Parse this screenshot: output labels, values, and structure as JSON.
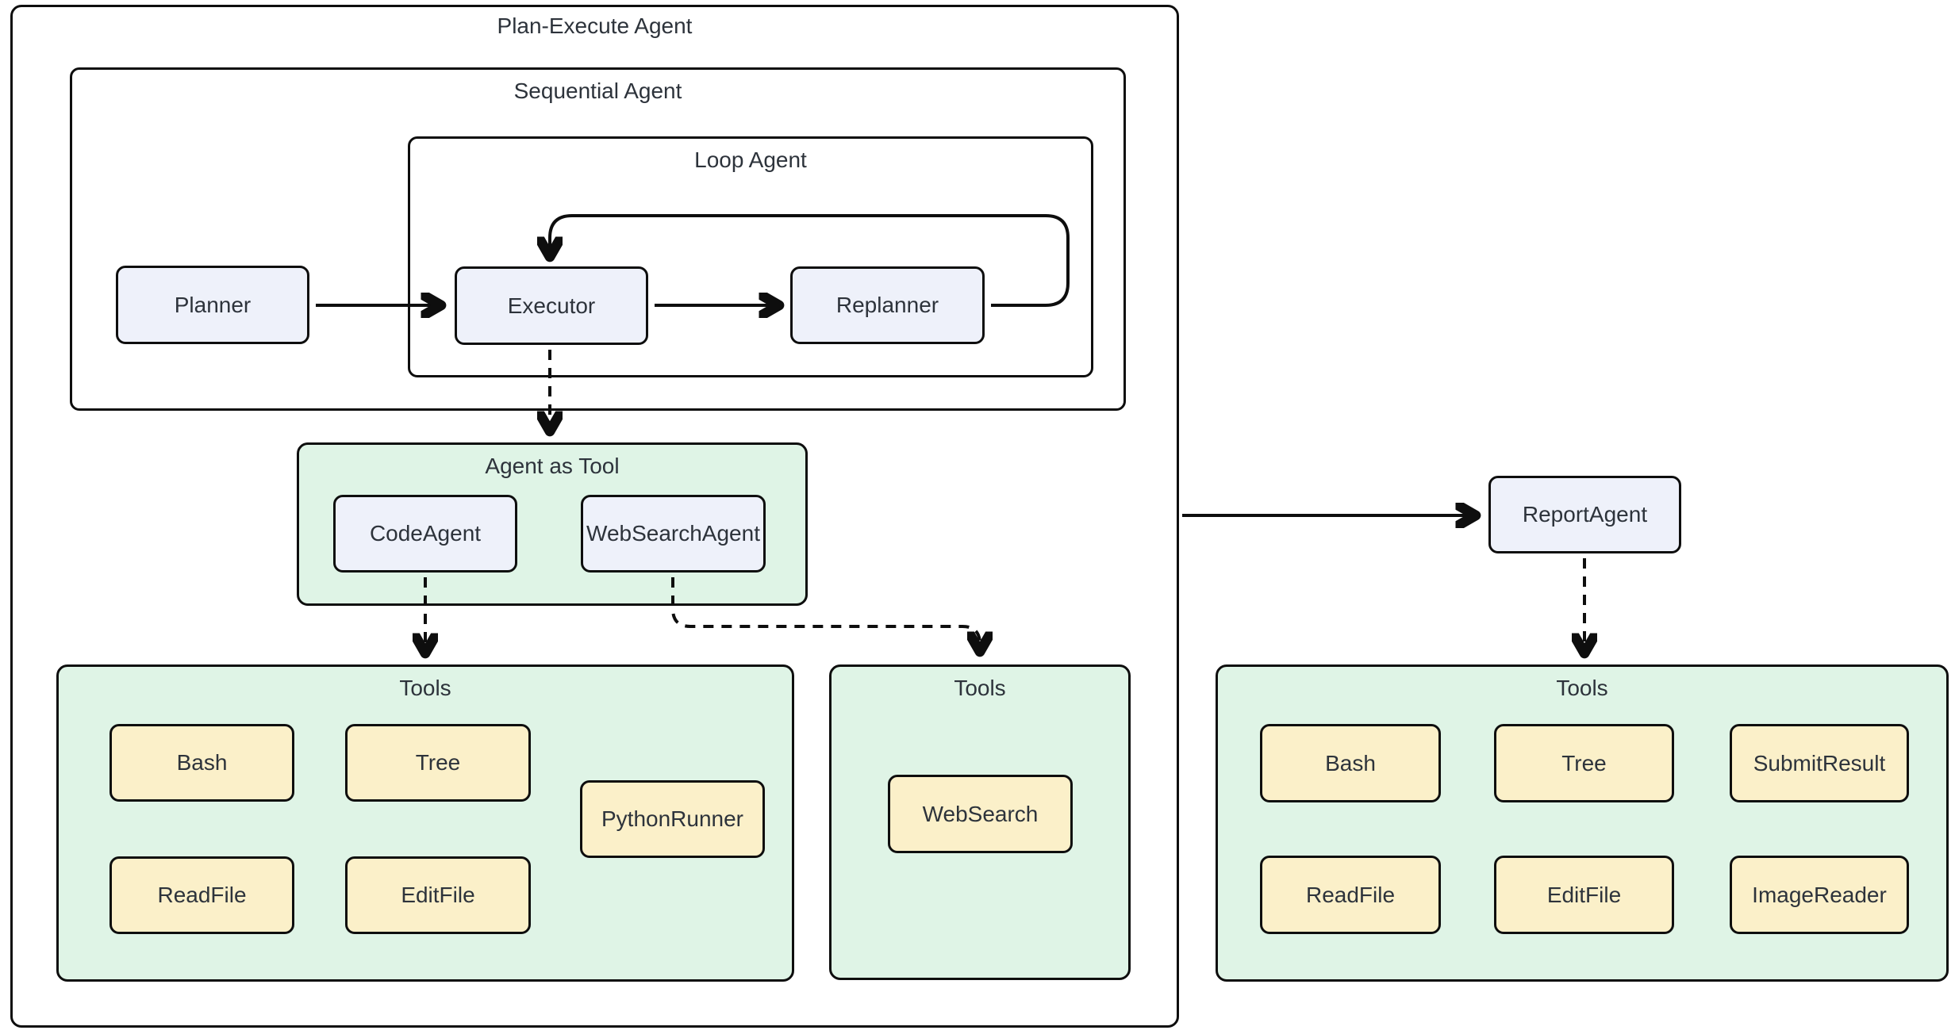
{
  "diagram": {
    "plan_execute": {
      "title": "Plan-Execute Agent"
    },
    "sequential": {
      "title": "Sequential Agent"
    },
    "loop": {
      "title": "Loop Agent"
    },
    "nodes": {
      "planner": "Planner",
      "executor": "Executor",
      "replanner": "Replanner",
      "code_agent": "CodeAgent",
      "web_search_agent": "WebSearchAgent",
      "report_agent": "ReportAgent"
    },
    "agent_as_tool": {
      "title": "Agent as Tool"
    },
    "tools_left": {
      "title": "Tools",
      "items": [
        {
          "label": "Bash"
        },
        {
          "label": "Tree"
        },
        {
          "label": "PythonRunner"
        },
        {
          "label": "ReadFile"
        },
        {
          "label": "EditFile"
        }
      ]
    },
    "tools_middle": {
      "title": "Tools",
      "items": [
        {
          "label": "WebSearch"
        }
      ]
    },
    "tools_right": {
      "title": "Tools",
      "items": [
        {
          "label": "Bash"
        },
        {
          "label": "Tree"
        },
        {
          "label": "SubmitResult"
        },
        {
          "label": "ReadFile"
        },
        {
          "label": "EditFile"
        },
        {
          "label": "ImageReader"
        }
      ]
    },
    "colors": {
      "border": "#0e0e0e",
      "text": "#2d333b",
      "node_fill": "#EEF1FA",
      "container_green": "#DFF4E6",
      "tool_fill": "#FBF0C9",
      "background": "#ffffff"
    }
  }
}
